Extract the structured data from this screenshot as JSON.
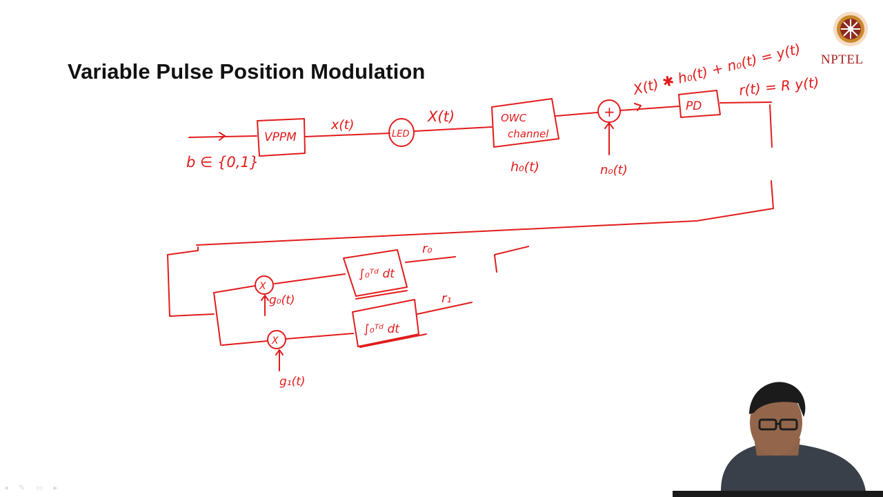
{
  "slide": {
    "title": "Variable Pulse Position Modulation"
  },
  "logo": {
    "text": "NPTEL",
    "icon": "nptel-emblem-icon",
    "color": "#a3231f"
  },
  "diagram": {
    "ink_color": "#e11b1b",
    "input_label": "b ∈ {0,1}",
    "blocks": {
      "vppm": "VPPM",
      "led": "LED",
      "owc_line1": "OWC",
      "owc_line2": "channel",
      "adder": "+",
      "pd": "PD",
      "integrator_top": "∫₀ᵀᵈ dt",
      "integrator_bottom": "∫₀ᵀᵈ dt",
      "multiplier_top": "X",
      "multiplier_bottom": "X"
    },
    "signals": {
      "x_lower": "x(t)",
      "x_upper": "X(t)",
      "h0": "h₀(t)",
      "n0": "n₀(t)",
      "conv_eq": "X(t) ✱ h₀(t) + n₀(t) = y(t)",
      "r_eq": "r(t) = R y(t)",
      "g0": "g₀(t)",
      "g1": "g₁(t)",
      "r0": "r₀",
      "r1": "r₁"
    }
  },
  "controls": {
    "nav_icons": "◂ ✎ ▭ ▸"
  }
}
